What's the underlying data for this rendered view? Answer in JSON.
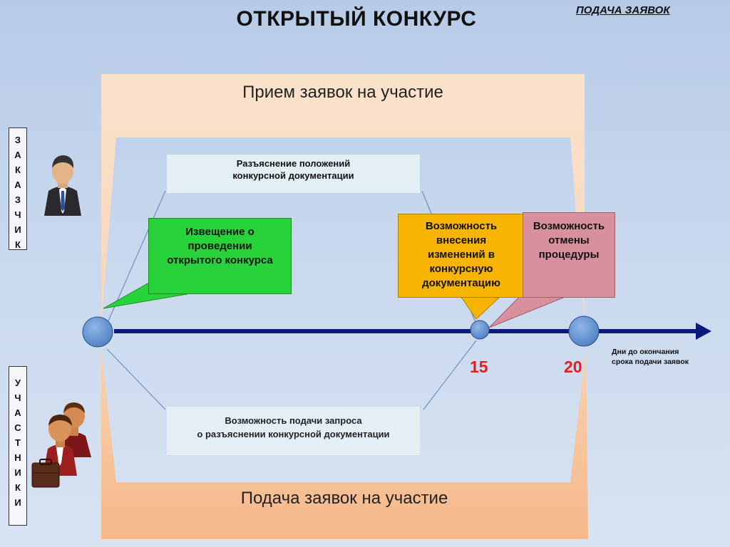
{
  "title": "ОТКРЫТЫЙ КОНКУРС",
  "link": "ПОДАЧА ЗАЯВОК",
  "top_band": "Прием заявок на участие",
  "bottom_band": "Подача заявок на участие",
  "customer_label": [
    "З",
    "А",
    "К",
    "А",
    "З",
    "Ч",
    "И",
    "К"
  ],
  "participants_label": [
    "У",
    "Ч",
    "А",
    "С",
    "Т",
    "Н",
    "И",
    "К",
    "И"
  ],
  "boxes": {
    "clarify": [
      "Разъяснение положений",
      "конкурсной документации"
    ],
    "notice": [
      "Извещение о",
      "проведении",
      "открытого конкурса"
    ],
    "changes": [
      "Возможность",
      "внесения",
      "изменений в",
      "конкурсную",
      "документацию"
    ],
    "cancel": [
      "Возможность",
      "отмены",
      "процедуры"
    ],
    "request": [
      "Возможность подачи запроса",
      "о разъяснении конкурсной документации"
    ]
  },
  "timeline": {
    "marks": [
      "15",
      "20"
    ],
    "axis_caption": [
      "Дни до окончания",
      "срока подачи заявок"
    ]
  },
  "colors": {
    "axis": "#0b1a7a",
    "notice": "#28d23a",
    "changes": "#f7b400",
    "cancel": "#d8909f",
    "band": "#f7c89b",
    "node": "#5b8fd2",
    "mark_text": "#e02020"
  },
  "icons": [
    "customer-person-icon",
    "participants-group-icon"
  ]
}
